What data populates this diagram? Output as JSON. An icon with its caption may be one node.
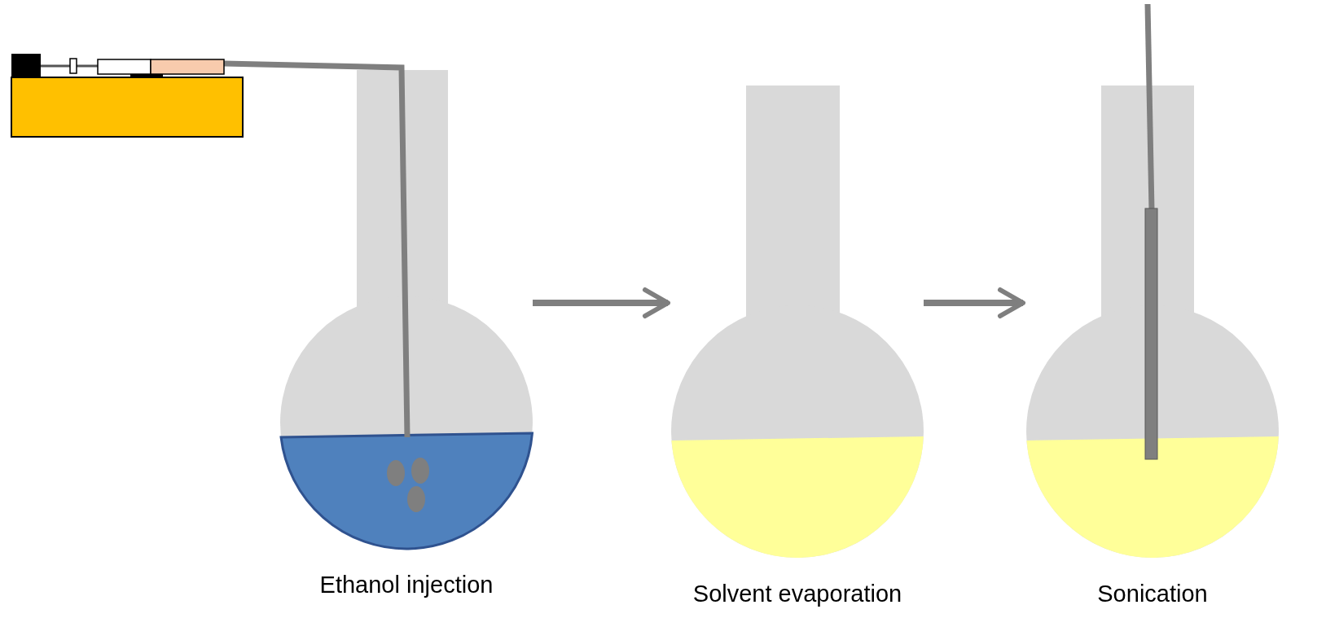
{
  "diagram": {
    "nodes": [
      {
        "text": [
          "Ethanol injection"
        ]
      },
      {
        "text": [
          "Solvent evaporation"
        ]
      },
      {
        "text": [
          "Sonication"
        ]
      }
    ],
    "edges": [
      {
        "from": 0,
        "to": 1,
        "arrow": "to"
      },
      {
        "from": 1,
        "to": 2,
        "arrow": "to"
      }
    ]
  }
}
